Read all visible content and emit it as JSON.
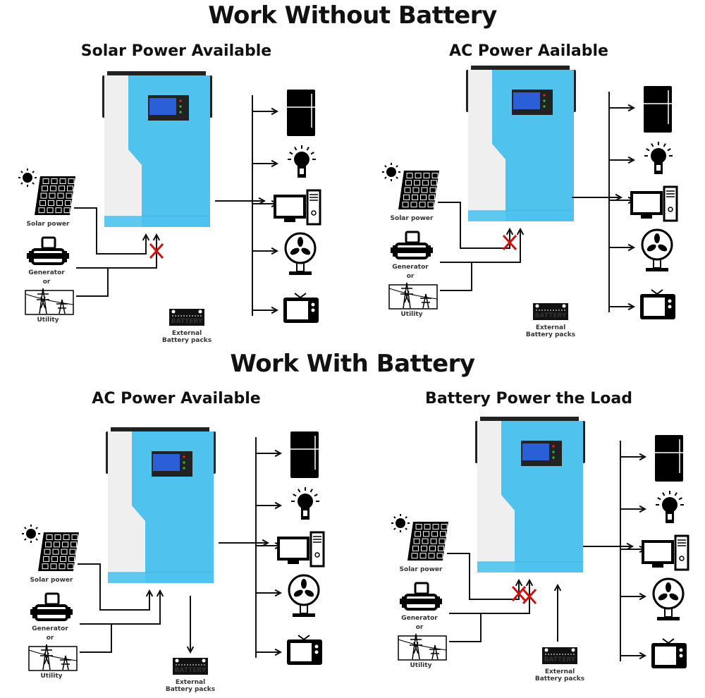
{
  "titles": {
    "without_battery": "Work Without Battery",
    "with_battery": "Work With Battery"
  },
  "panels": [
    {
      "title": "Solar Power Available",
      "solar_crossed": false,
      "ac_crossed": true,
      "battery_flow": "none"
    },
    {
      "title": "AC Power Aailable",
      "solar_crossed": true,
      "ac_crossed": false,
      "battery_flow": "none"
    },
    {
      "title": "AC Power Available",
      "solar_crossed": false,
      "ac_crossed": false,
      "battery_flow": "charge"
    },
    {
      "title": "Battery Power the Load",
      "solar_crossed": true,
      "ac_crossed": true,
      "battery_flow": "discharge"
    }
  ],
  "labels": {
    "solar": "Solar power",
    "generator": "Generator",
    "or": "or",
    "utility": "Utility",
    "battery_icon": "BATTERY",
    "battery_1": "External",
    "battery_2": "Battery packs"
  },
  "loads": [
    "refrigerator-icon",
    "light-bulb-icon",
    "computer-icon",
    "fan-icon",
    "television-icon"
  ],
  "colors": {
    "inverter_blue": "#4fc3ee",
    "inverter_white": "#efefef",
    "cross": "#d01010",
    "line": "#111111"
  }
}
